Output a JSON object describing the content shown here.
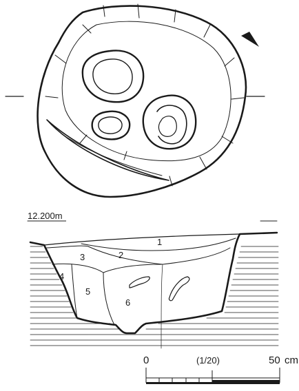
{
  "elevation_label": "12.200m",
  "layer_numbers": [
    "1",
    "2",
    "3",
    "4",
    "5",
    "6"
  ],
  "scale": {
    "zero_label": "0",
    "max_label": "50",
    "unit": "cm",
    "ratio_label": "(1/20)"
  },
  "north_arrow_icon": "north-arrow-icon",
  "colors": {
    "ink": "#1a1a1a",
    "paper": "#ffffff"
  }
}
